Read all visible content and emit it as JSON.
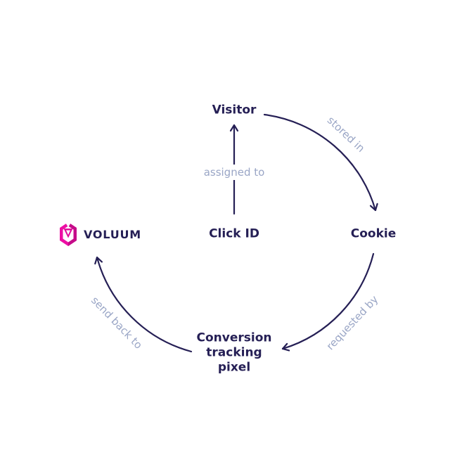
{
  "diagram": {
    "colors": {
      "node_text": "#251f55",
      "arrow": "#251f55",
      "edge_label": "#9aa6c6",
      "brand_magenta": "#e20c9c",
      "brand_magenta_dark": "#c50c89",
      "background": "#ffffff"
    },
    "nodes": [
      {
        "id": "visitor",
        "label": "Visitor"
      },
      {
        "id": "click-id",
        "label": "Click ID"
      },
      {
        "id": "cookie",
        "label": "Cookie"
      },
      {
        "id": "conversion-pixel",
        "label": "Conversion tracking pixel"
      },
      {
        "id": "brand",
        "label": "VOLUUM"
      }
    ],
    "edges": [
      {
        "from": "Click ID",
        "to": "Visitor",
        "label": "assigned to"
      },
      {
        "from": "Visitor",
        "to": "Cookie",
        "label": "stored in"
      },
      {
        "from": "Cookie",
        "to": "Conversion tracking pixel",
        "label": "requested by"
      },
      {
        "from": "Conversion tracking pixel",
        "to": "VOLUUM",
        "label": "send back to"
      }
    ],
    "icons": {
      "brand_logo": "voluum-hexagon-v-logo"
    }
  }
}
